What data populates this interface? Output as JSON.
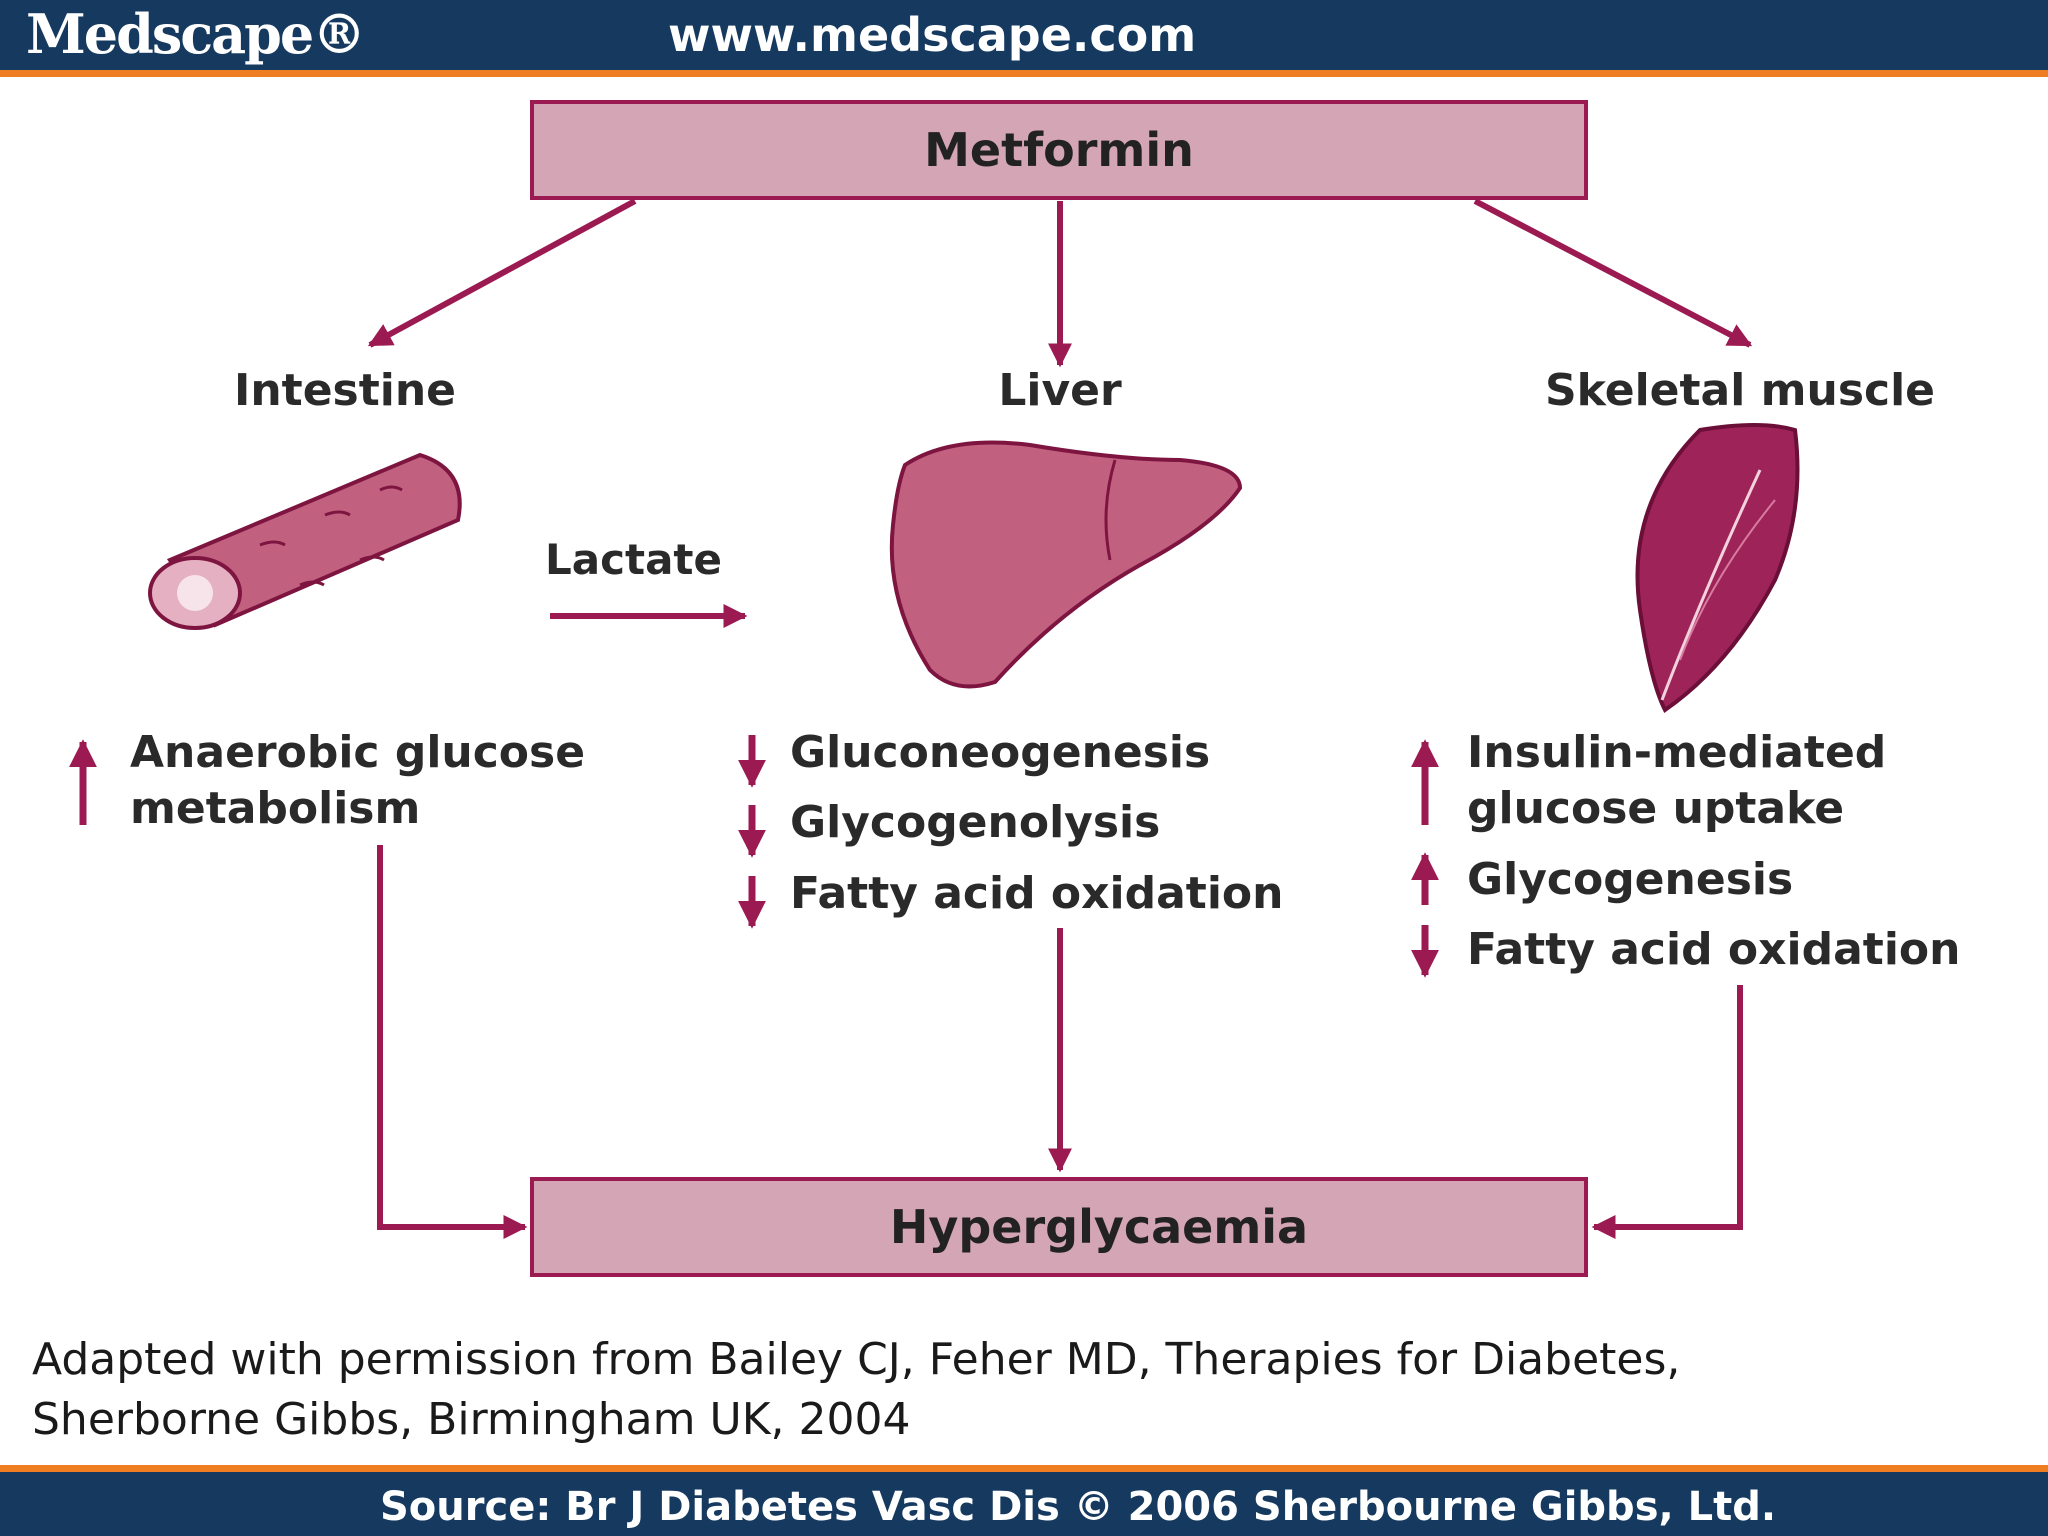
{
  "header": {
    "logo": "Medscape®",
    "url": "www.medscape.com"
  },
  "top_box": {
    "label": "Metformin"
  },
  "organs": {
    "intestine": "Intestine",
    "liver": "Liver",
    "muscle": "Skeletal muscle"
  },
  "lactate_label": "Lactate",
  "intestine_effects": {
    "line1": "Anaerobic glucose",
    "line2": "metabolism"
  },
  "liver_effects": [
    "Gluconeogenesis",
    "Glycogenolysis",
    "Fatty acid oxidation"
  ],
  "muscle_effects": {
    "line1": "Insulin-mediated",
    "line2": "glucose uptake",
    "line3": "Glycogenesis",
    "line4": "Fatty acid oxidation"
  },
  "bottom_box": {
    "label": "Hyperglycaemia"
  },
  "caption": {
    "line1": "Adapted with permission from Bailey CJ, Feher MD, Therapies for Diabetes,",
    "line2": "Sherborne Gibbs, Birmingham UK, 2004"
  },
  "footer": {
    "source": "Source: Br J Diabetes Vasc Dis © 2006 Sherbourne Gibbs, Ltd."
  },
  "colors": {
    "accent": "#9c1a52",
    "box_fill": "#d4a5b5",
    "bar": "#163a5f",
    "bar_stripe": "#ef7d22",
    "organ": "#c2607f"
  }
}
